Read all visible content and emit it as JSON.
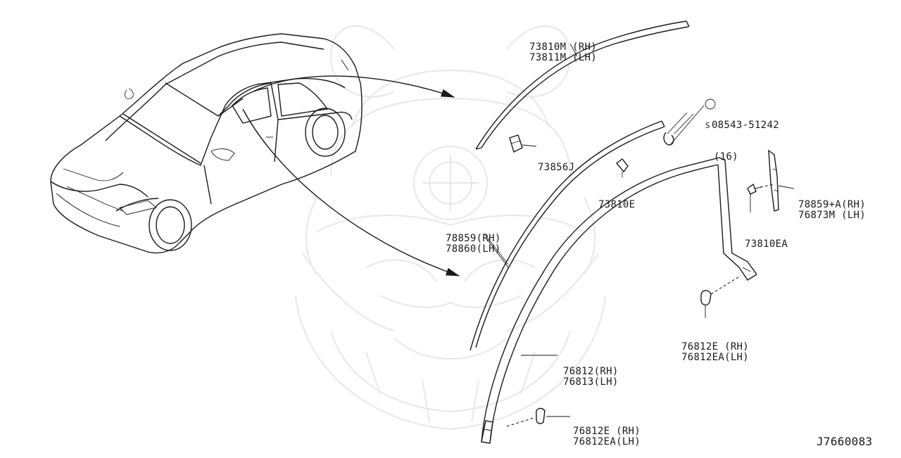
{
  "diagram_id": "J7660083",
  "parts": [
    {
      "lines": [
        "73810M (RH)",
        "73811M (LH)"
      ]
    },
    {
      "lines": [
        "73856J"
      ]
    },
    {
      "lines": [
        "08543-51242",
        "(16)"
      ],
      "prefix_symbol": "S"
    },
    {
      "lines": [
        "73810E"
      ]
    },
    {
      "lines": [
        "78859(RH)",
        "78860(LH)"
      ]
    },
    {
      "lines": [
        "78859+A(RH)",
        "76873M (LH)"
      ]
    },
    {
      "lines": [
        "73810EA"
      ]
    },
    {
      "lines": [
        "76812E (RH)",
        "76812EA(LH)"
      ]
    },
    {
      "lines": [
        "76812(RH)",
        "76813(LH)"
      ]
    },
    {
      "lines": [
        "76812E (RH)",
        "76812EA(LH)"
      ]
    }
  ],
  "colors": {
    "ink": "#1a1a1a",
    "watermark": "#e9e9e9",
    "background": "#ffffff"
  }
}
